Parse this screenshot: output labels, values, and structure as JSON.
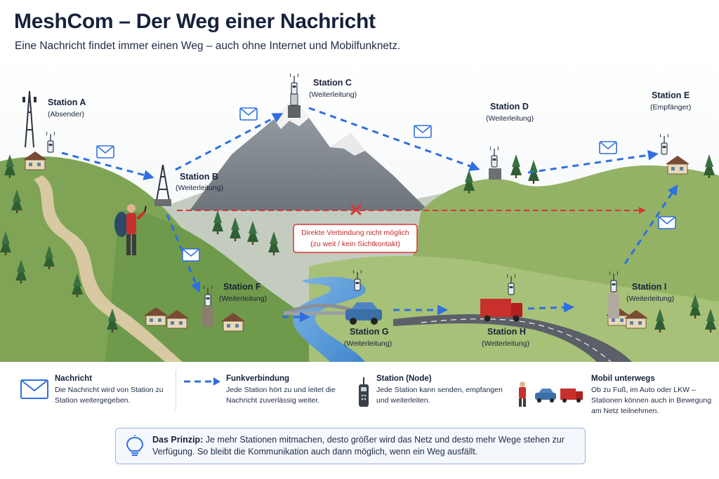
{
  "header": {
    "title": "MeshCom – Der Weg einer Nachricht",
    "subtitle": "Eine Nachricht findet immer einen Weg – auch ohne Internet und Mobilfunknetz."
  },
  "stations": {
    "a": {
      "name": "Station A",
      "role": "(Absender)"
    },
    "b": {
      "name": "Station B",
      "role": "(Weiterleitung)"
    },
    "c": {
      "name": "Station C",
      "role": "(Weiterleitung)"
    },
    "d": {
      "name": "Station D",
      "role": "(Weiterleitung)"
    },
    "e": {
      "name": "Station E",
      "role": "(Empfänger)"
    },
    "f": {
      "name": "Station F",
      "role": "(Weiterleitung)"
    },
    "g": {
      "name": "Station G",
      "role": "(Weiterleitung)"
    },
    "h": {
      "name": "Station H",
      "role": "(Weiterleitung)"
    },
    "i": {
      "name": "Station I",
      "role": "(Weiterleitung)"
    }
  },
  "direct_link": {
    "line1": "Direkte Verbindung nicht möglich",
    "line2": "(zu weit / kein Sichtkontakt)"
  },
  "legend": {
    "message": {
      "title": "Nachricht",
      "text": "Die Nachricht wird von Station zu Station weitergegeben."
    },
    "radio": {
      "title": "Funkverbindung",
      "text": "Jede Station hört zu und leitet die Nachricht zuverlässig weiter."
    },
    "node": {
      "title": "Station (Node)",
      "text": "Jede Station kann senden, empfangen und weiterleiten."
    },
    "mobile": {
      "title": "Mobil unterwegs",
      "text": "Ob zu Fuß, im Auto oder LKW – Stationen können auch in Bewegung am Netz teilnehmen."
    }
  },
  "principle": {
    "label": "Das Prinzip:",
    "text": "Je mehr Stationen mitmachen, desto größer wird das Netz und desto mehr Wege stehen zur Verfügung. So bleibt die Kommunikation auch dann möglich, wenn ein Weg ausfällt."
  },
  "colors": {
    "link": "#2f6fe0",
    "blocked": "#d93636",
    "title": "#16223c"
  },
  "icons": [
    "envelope-icon",
    "radio-handheld-icon",
    "hiker-icon",
    "car-icon",
    "truck-icon",
    "lightbulb-icon",
    "antenna-tower-icon"
  ]
}
